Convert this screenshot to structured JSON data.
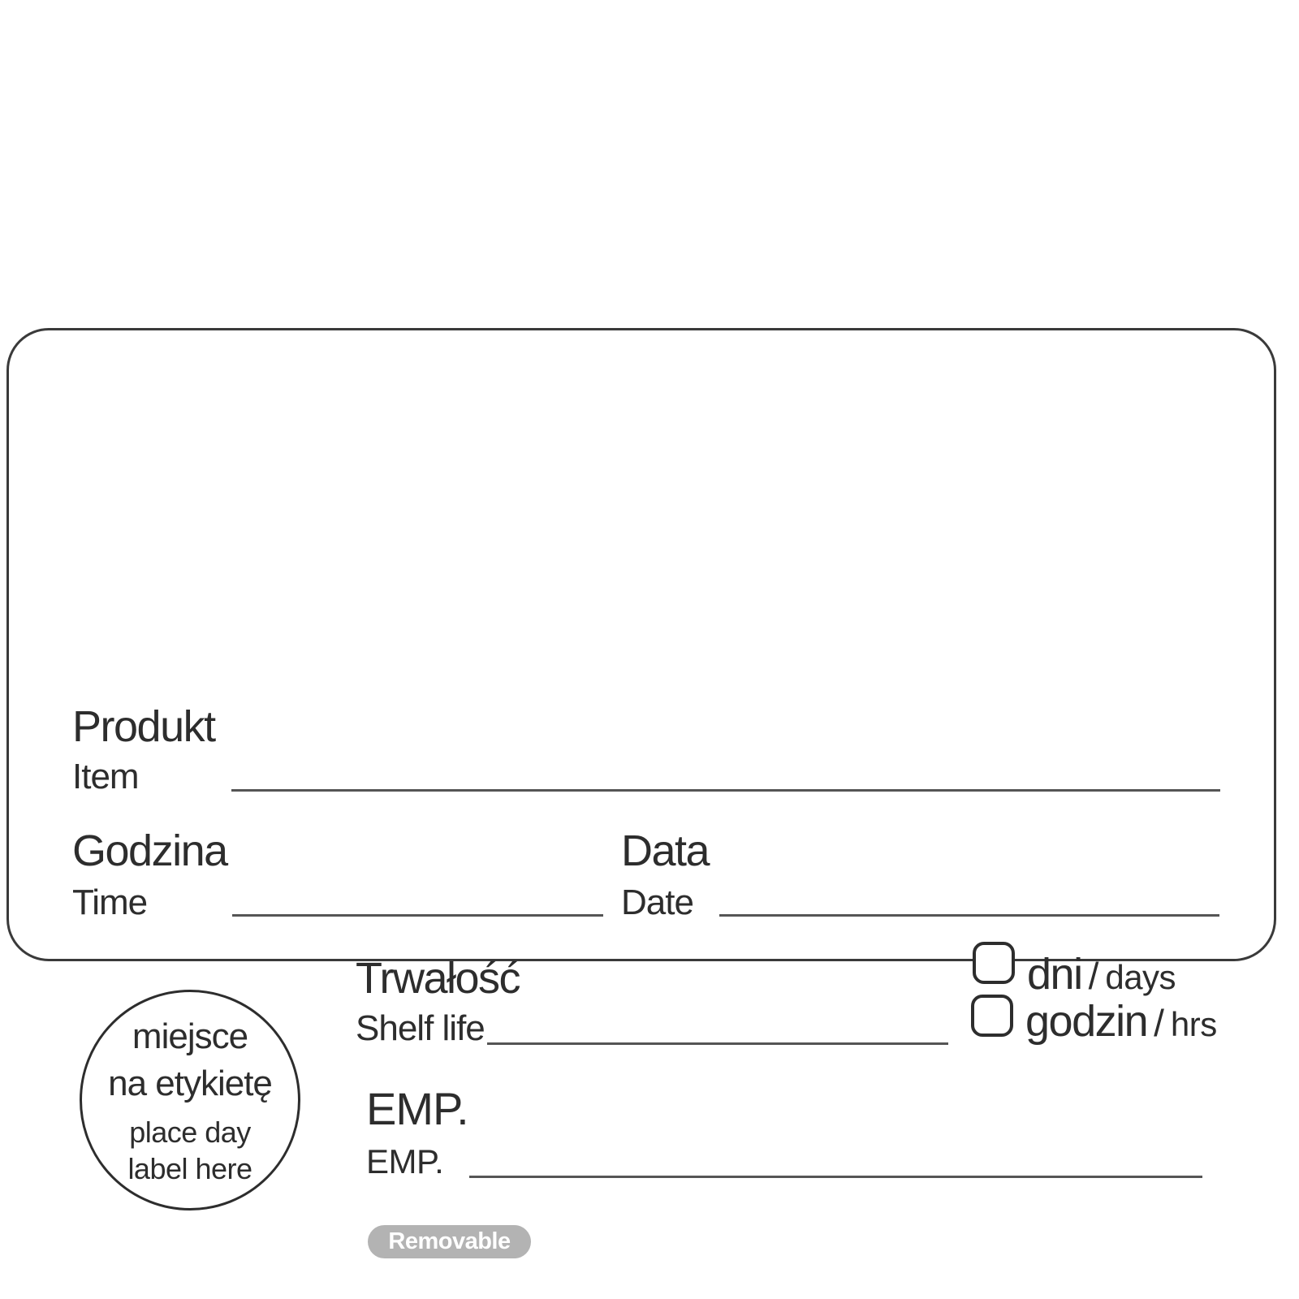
{
  "colors": {
    "ink": "#2d2d2d",
    "line": "#555555",
    "border": "#3a3a3a",
    "badge-bg": "#b3b3b3",
    "badge-fg": "#ffffff",
    "page-bg": "#ffffff"
  },
  "label": {
    "product": {
      "pl": "Produkt",
      "en": "Item"
    },
    "time": {
      "pl": "Godzina",
      "en": "Time"
    },
    "date": {
      "pl": "Data",
      "en": "Date"
    },
    "shelf_life": {
      "pl": "Trwałość",
      "en": "Shelf life"
    },
    "employee": {
      "pl": "EMP.",
      "en": "EMP."
    },
    "day_label_circle": {
      "pl_line1": "miejsce",
      "pl_line2": "na etykietę",
      "en_line1": "place day",
      "en_line2": "label here"
    },
    "duration_options": [
      {
        "pl": "dni",
        "slash": "/",
        "en": "days",
        "checked": false
      },
      {
        "pl": "godzin",
        "slash": "/",
        "en": "hrs",
        "checked": false
      }
    ],
    "badge_text": "Removable"
  }
}
